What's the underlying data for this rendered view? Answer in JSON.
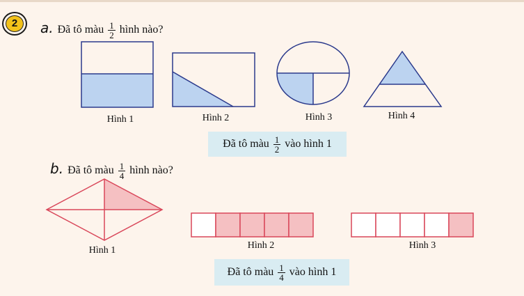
{
  "exercise_number": "2",
  "part_a": {
    "marker": "a.",
    "question_before": "Đã tô màu",
    "fraction": {
      "numerator": "1",
      "denominator": "2"
    },
    "question_after": "hình nào?",
    "captions": [
      "Hình 1",
      "Hình 2",
      "Hình 3",
      "Hình 4"
    ],
    "answer_before": "Đã tô màu",
    "answer_fraction": {
      "numerator": "1",
      "denominator": "2"
    },
    "answer_after": "vào hình 1"
  },
  "part_b": {
    "marker": "b.",
    "question_before": "Đã tô màu",
    "fraction": {
      "numerator": "1",
      "denominator": "4"
    },
    "question_after": "hình nào?",
    "captions": [
      "Hình 1",
      "Hình 2",
      "Hình 3"
    ],
    "answer_before": "Đã tô màu",
    "answer_fraction": {
      "numerator": "1",
      "denominator": "4"
    },
    "answer_after": "vào hình 1"
  },
  "colors": {
    "blue_fill": "#bcd3f0",
    "blue_stroke": "#2b3a8c",
    "pink_fill": "#f5c0c2",
    "pink_stroke": "#d9475a",
    "answer_bg": "#d9ecf2",
    "badge": "#f3c21a"
  }
}
